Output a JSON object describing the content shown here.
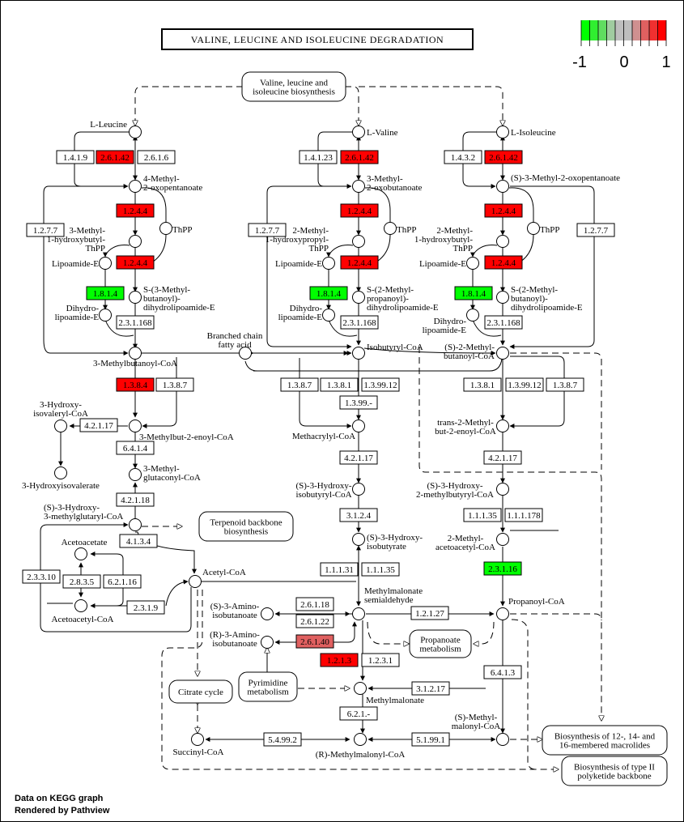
{
  "title": "VALINE, LEUCINE AND ISOLEUCINE DEGRADATION",
  "legend": {
    "labels": [
      "-1",
      "0",
      "1"
    ],
    "colors": [
      "#00ff00",
      "#30ee30",
      "#60dd60",
      "#a0cca0",
      "#bebebe",
      "#bebebe",
      "#d09090",
      "#e06060",
      "#f03030",
      "#ff0000"
    ]
  },
  "colors": {
    "up": "#ff0000",
    "mid_up": "#e06060",
    "down": "#00ff00",
    "none": "#ffffff"
  },
  "credits": [
    "Data on KEGG graph",
    "Rendered by Pathview"
  ],
  "maps": [
    {
      "id": "bcaa-biosynthesis",
      "lines": [
        "Valine, leucine and",
        "isoleucine biosynthesis"
      ]
    },
    {
      "id": "terpenoid",
      "lines": [
        "Terpenoid backbone",
        "biosynthesis"
      ]
    },
    {
      "id": "citrate",
      "lines": [
        "Citrate cycle"
      ]
    },
    {
      "id": "pyrimidine",
      "lines": [
        "Pyrimidine",
        "metabolism"
      ]
    },
    {
      "id": "propanoate",
      "lines": [
        "Propanoate",
        "metabolism"
      ]
    },
    {
      "id": "macrolides",
      "lines": [
        "Biosynthesis of 12-, 14- and",
        "16-membered macrolides"
      ]
    },
    {
      "id": "polyketide",
      "lines": [
        "Biosynthesis of type II",
        "polyketide backbone"
      ]
    }
  ],
  "compounds": [
    {
      "id": "leu",
      "lines": [
        "L-Leucine"
      ]
    },
    {
      "id": "val",
      "lines": [
        "L-Valine"
      ]
    },
    {
      "id": "ile",
      "lines": [
        "L-Isoleucine"
      ]
    },
    {
      "id": "mop4",
      "lines": [
        "4-Methyl-",
        "2-oxopentanoate"
      ]
    },
    {
      "id": "mob3",
      "lines": [
        "3-Methyl-",
        "2-oxobutanoate"
      ]
    },
    {
      "id": "smop",
      "lines": [
        "(S)-3-Methyl-2-oxopentanoate"
      ]
    },
    {
      "id": "thpp-l",
      "lines": [
        "3-Methyl-",
        "1-hydroxybutyl-",
        "ThPP"
      ]
    },
    {
      "id": "thpp-v",
      "lines": [
        "2-Methyl-",
        "1-hydroxypropyl-",
        "ThPP"
      ]
    },
    {
      "id": "thpp-i",
      "lines": [
        "2-Methyl-",
        "1-hydroxybutyl-",
        "ThPP"
      ]
    },
    {
      "id": "thpp",
      "lines": [
        "ThPP"
      ]
    },
    {
      "id": "lipoamide",
      "lines": [
        "Lipoamide-E"
      ]
    },
    {
      "id": "dihydrolipoamide",
      "lines": [
        "Dihydro-",
        "lipoamide-E"
      ]
    },
    {
      "id": "s3mb",
      "lines": [
        "S-(3-Methyl-",
        "butanoyl)-",
        "dihydrolipoamide-E"
      ]
    },
    {
      "id": "s2mp",
      "lines": [
        "S-(2-Methyl-",
        "propanoyl)-",
        "dihydrolipoamide-E"
      ]
    },
    {
      "id": "s2mb",
      "lines": [
        "S-(2-Methyl-",
        "butanoyl)-",
        "dihydrolipoamide-E"
      ]
    },
    {
      "id": "3mbcoa",
      "lines": [
        "3-Methylbutanoyl-CoA"
      ]
    },
    {
      "id": "bcfa",
      "lines": [
        "Branched chain",
        "fatty acid"
      ]
    },
    {
      "id": "ibcoa",
      "lines": [
        "Isobutyryl-CoA"
      ]
    },
    {
      "id": "s2mbcoa",
      "lines": [
        "(S)-2-Methyl-",
        "butanoyl-CoA"
      ]
    },
    {
      "id": "3hivcoa",
      "lines": [
        "3-Hydroxy-",
        "isovaleryl-CoA"
      ]
    },
    {
      "id": "3hiv",
      "lines": [
        "3-Hydroxyisovalerate"
      ]
    },
    {
      "id": "3mb2ecoa",
      "lines": [
        "3-Methylbut-2-enoyl-CoA"
      ]
    },
    {
      "id": "3mgcoa",
      "lines": [
        "3-Methyl-",
        "glutaconyl-CoA"
      ]
    },
    {
      "id": "hmgcoa",
      "lines": [
        "(S)-3-Hydroxy-",
        "3-methylglutaryl-CoA"
      ]
    },
    {
      "id": "acetoacetate",
      "lines": [
        "Acetoacetate"
      ]
    },
    {
      "id": "acacoa",
      "lines": [
        "Acetoacetyl-CoA"
      ]
    },
    {
      "id": "accoa",
      "lines": [
        "Acetyl-CoA"
      ]
    },
    {
      "id": "macoa",
      "lines": [
        "Methacrylyl-CoA"
      ]
    },
    {
      "id": "s3hibcoa",
      "lines": [
        "(S)-3-Hydroxy-",
        "isobutyryl-CoA"
      ]
    },
    {
      "id": "s3hib",
      "lines": [
        "(S)-3-Hydroxy-",
        "isobutyrate"
      ]
    },
    {
      "id": "mmsa",
      "lines": [
        "Methylmalonate",
        "semialdehyde"
      ]
    },
    {
      "id": "s3aib",
      "lines": [
        "(S)-3-Amino-",
        "isobutanoate"
      ]
    },
    {
      "id": "r3aib",
      "lines": [
        "(R)-3-Amino-",
        "isobutanoate"
      ]
    },
    {
      "id": "mma",
      "lines": [
        "Methylmalonate"
      ]
    },
    {
      "id": "rmmcoa",
      "lines": [
        "(R)-Methylmalonyl-CoA"
      ]
    },
    {
      "id": "succoa",
      "lines": [
        "Succinyl-CoA"
      ]
    },
    {
      "id": "smmcoa",
      "lines": [
        "(S)-Methyl-",
        "malonyl-CoA"
      ]
    },
    {
      "id": "t2mb2ecoa",
      "lines": [
        "trans-2-Methyl-",
        "but-2-enoyl-CoA"
      ]
    },
    {
      "id": "s3h2mbcoa",
      "lines": [
        "(S)-3-Hydroxy-",
        "2-methylbutyryl-CoA"
      ]
    },
    {
      "id": "2maacoa",
      "lines": [
        "2-Methyl-",
        "acetoacetyl-CoA"
      ]
    },
    {
      "id": "propcoa",
      "lines": [
        "Propanoyl-CoA"
      ]
    }
  ],
  "enzymes": [
    {
      "ec": "1.4.1.9",
      "state": "none"
    },
    {
      "ec": "2.6.1.42",
      "state": "up"
    },
    {
      "ec": "2.6.1.6",
      "state": "none"
    },
    {
      "ec": "1.4.1.23",
      "state": "none"
    },
    {
      "ec": "2.6.1.42",
      "state": "up"
    },
    {
      "ec": "1.4.3.2",
      "state": "none"
    },
    {
      "ec": "2.6.1.42",
      "state": "up"
    },
    {
      "ec": "1.2.4.4",
      "state": "up"
    },
    {
      "ec": "1.2.4.4",
      "state": "up"
    },
    {
      "ec": "1.2.4.4",
      "state": "up"
    },
    {
      "ec": "1.2.7.7",
      "state": "none"
    },
    {
      "ec": "1.2.7.7",
      "state": "none"
    },
    {
      "ec": "1.2.7.7",
      "state": "none"
    },
    {
      "ec": "1.2.4.4",
      "state": "up"
    },
    {
      "ec": "1.2.4.4",
      "state": "up"
    },
    {
      "ec": "1.2.4.4",
      "state": "up"
    },
    {
      "ec": "1.8.1.4",
      "state": "down"
    },
    {
      "ec": "1.8.1.4",
      "state": "down"
    },
    {
      "ec": "1.8.1.4",
      "state": "down"
    },
    {
      "ec": "2.3.1.168",
      "state": "none"
    },
    {
      "ec": "2.3.1.168",
      "state": "none"
    },
    {
      "ec": "2.3.1.168",
      "state": "none"
    },
    {
      "ec": "1.3.8.4",
      "state": "up"
    },
    {
      "ec": "1.3.8.7",
      "state": "none"
    },
    {
      "ec": "1.3.8.7",
      "state": "none"
    },
    {
      "ec": "1.3.8.1",
      "state": "none"
    },
    {
      "ec": "1.3.99.12",
      "state": "none"
    },
    {
      "ec": "1.3.99.-",
      "state": "none"
    },
    {
      "ec": "1.3.8.1",
      "state": "none"
    },
    {
      "ec": "1.3.99.12",
      "state": "none"
    },
    {
      "ec": "1.3.8.7",
      "state": "none"
    },
    {
      "ec": "4.2.1.17",
      "state": "none"
    },
    {
      "ec": "6.4.1.4",
      "state": "none"
    },
    {
      "ec": "4.2.1.18",
      "state": "none"
    },
    {
      "ec": "4.1.3.4",
      "state": "none"
    },
    {
      "ec": "2.3.3.10",
      "state": "none"
    },
    {
      "ec": "2.8.3.5",
      "state": "none"
    },
    {
      "ec": "6.2.1.16",
      "state": "none"
    },
    {
      "ec": "2.3.1.9",
      "state": "none"
    },
    {
      "ec": "4.2.1.17",
      "state": "none"
    },
    {
      "ec": "3.1.2.4",
      "state": "none"
    },
    {
      "ec": "1.1.1.31",
      "state": "none"
    },
    {
      "ec": "1.1.1.35",
      "state": "none"
    },
    {
      "ec": "4.2.1.17",
      "state": "none"
    },
    {
      "ec": "1.1.1.35",
      "state": "none"
    },
    {
      "ec": "1.1.1.178",
      "state": "none"
    },
    {
      "ec": "2.3.1.16",
      "state": "down"
    },
    {
      "ec": "2.6.1.18",
      "state": "none"
    },
    {
      "ec": "2.6.1.22",
      "state": "none"
    },
    {
      "ec": "2.6.1.40",
      "state": "mid_up"
    },
    {
      "ec": "1.2.1.27",
      "state": "none"
    },
    {
      "ec": "1.2.1.3",
      "state": "up"
    },
    {
      "ec": "1.2.3.1",
      "state": "none"
    },
    {
      "ec": "3.1.2.17",
      "state": "none"
    },
    {
      "ec": "6.2.1.-",
      "state": "none"
    },
    {
      "ec": "6.4.1.3",
      "state": "none"
    },
    {
      "ec": "5.4.99.2",
      "state": "none"
    },
    {
      "ec": "5.1.99.1",
      "state": "none"
    }
  ]
}
